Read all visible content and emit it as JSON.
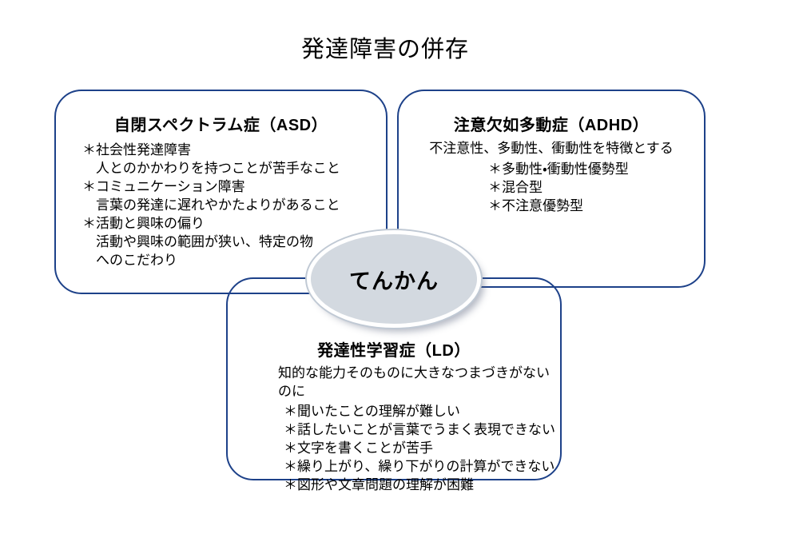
{
  "title": "発達障害の併存",
  "colors": {
    "box_border": "#1d4189",
    "ellipse_fill": "#d3d9e0",
    "ellipse_ring": "#ffffff",
    "ellipse_edge": "#c0c9d4",
    "text": "#000000"
  },
  "asd": {
    "title": "自閉スペクトラム症（ASD）",
    "lines": [
      "＊社会性発達障害",
      "人とのかかわりを持つことが苦手なこと",
      "＊コミュニケーション障害",
      "言葉の発達に遅れやかたよりがあること",
      "＊活動と興味の偏り",
      "活動や興味の範囲が狭い、特定の物",
      "へのこだわり"
    ]
  },
  "adhd": {
    "title": "注意欠如多動症（ADHD）",
    "subtitle": "不注意性、多動性、衝動性を特徴とする",
    "lines": [
      "＊多動性・衝動性優勢型",
      "＊混合型",
      "＊不注意優勢型"
    ]
  },
  "ld": {
    "title": "発達性学習症（LD）",
    "subtitle": "知的な能力そのものに大きなつまづきがないのに",
    "lines": [
      "＊聞いたことの理解が難しい",
      "＊話したいことが言葉でうまく表現できない",
      "＊文字を書くことが苦手",
      "＊繰り上がり、繰り下がりの計算ができない",
      "＊図形や文章問題の理解が困難"
    ]
  },
  "ellipse": {
    "label": "てんかん"
  }
}
